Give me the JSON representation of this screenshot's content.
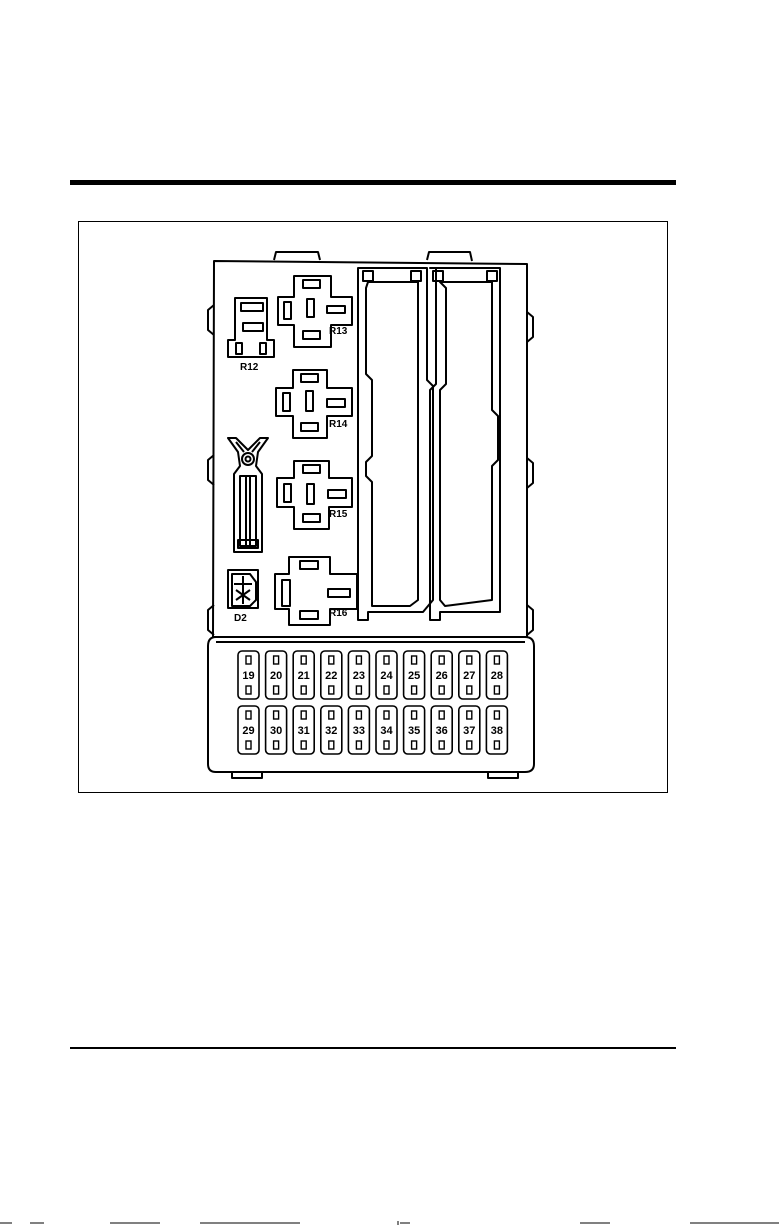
{
  "relays": [
    {
      "id": "r12",
      "label": "R12"
    },
    {
      "id": "r13",
      "label": "R13"
    },
    {
      "id": "r14",
      "label": "R14"
    },
    {
      "id": "r15",
      "label": "R15"
    },
    {
      "id": "r16",
      "label": "R16"
    }
  ],
  "diode": {
    "label": "D2"
  },
  "fuses_row1": [
    "19",
    "20",
    "21",
    "22",
    "23",
    "24",
    "25",
    "26",
    "27",
    "28"
  ],
  "fuses_row2": [
    "29",
    "30",
    "31",
    "32",
    "33",
    "34",
    "35",
    "36",
    "37",
    "38"
  ]
}
